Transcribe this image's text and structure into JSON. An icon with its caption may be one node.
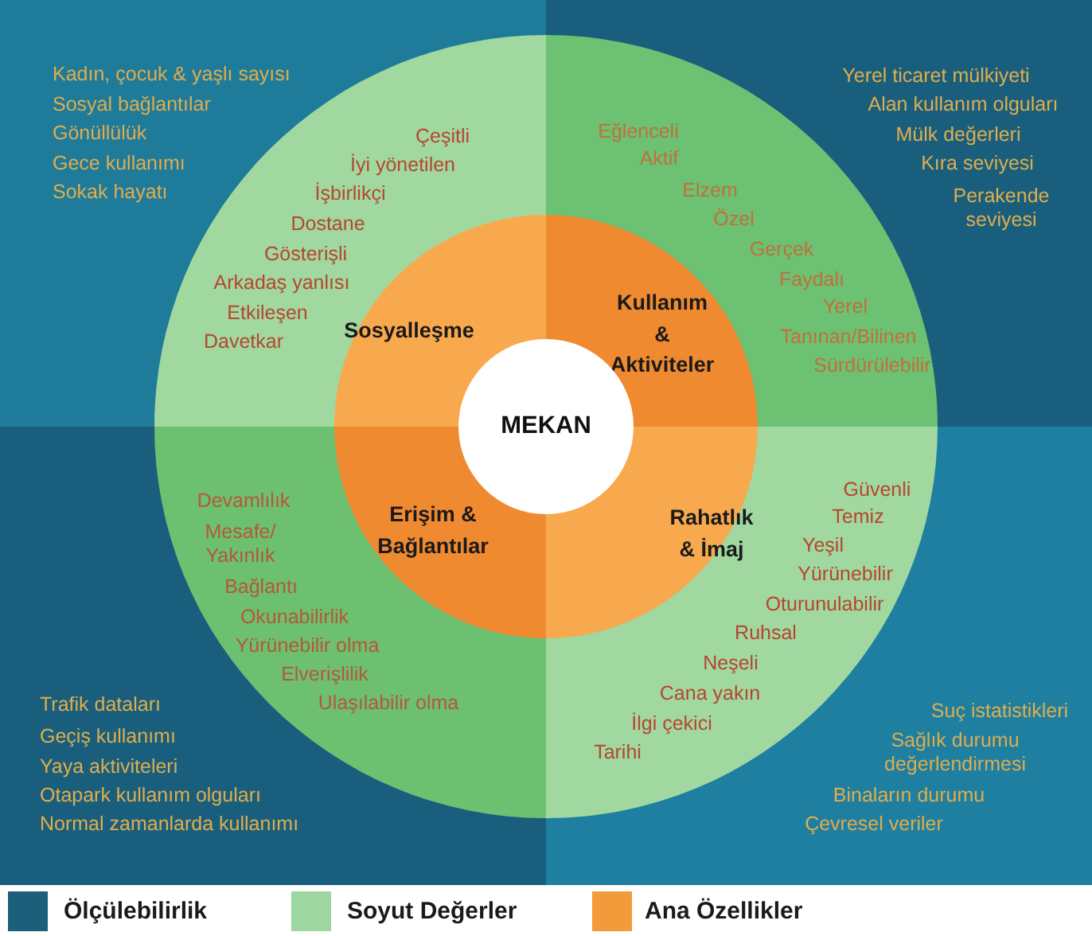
{
  "diagram": {
    "nodes": [
      {
        "text": [
          "Kadın, çocuk & yaşlı sayısı",
          "Sosyal bağlantılar",
          "Gönüllülük",
          "Gece kullanımı",
          "Sokak hayatı"
        ]
      },
      {
        "text": [
          "Çeşitli",
          "İyi yönetilen",
          "İşbirlikçi",
          "Dostane",
          "Gösterişli",
          "Arkadaş yanlısı",
          "Etkileşen",
          "Davetkar"
        ],
        "in": 0
      },
      {
        "text": [
          "Sosyalleşme"
        ],
        "in": 1
      },
      {
        "text": [
          "Yerel ticaret mülkiyeti",
          "Alan kullanım olguları",
          "Mülk değerleri",
          "Kıra seviyesi",
          "Perakende seviyesi"
        ]
      },
      {
        "text": [
          "Eğlenceli",
          "Aktif",
          "Elzem",
          "Özel",
          "Gerçek",
          "Faydalı",
          "Yerel",
          "Tanınan/Bilinen",
          "Sürdürülebilir"
        ],
        "in": 3
      },
      {
        "text": [
          "Kullanım & Aktiviteler"
        ],
        "in": 4
      },
      {
        "text": [
          "Trafik dataları",
          "Geçiş kullanımı",
          "Yaya aktiviteleri",
          "Otapark kullanım olguları",
          "Normal zamanlarda kullanımı"
        ]
      },
      {
        "text": [
          "Devamlılık",
          "Mesafe/ Yakınlık",
          "Bağlantı",
          "Okunabilirlik",
          "Yürünebilir olma",
          "Elverişlilik",
          "Ulaşılabilir olma"
        ],
        "in": 6
      },
      {
        "text": [
          "Erişim & Bağlantılar"
        ],
        "in": 7
      },
      {
        "text": [
          "Suç istatistikleri",
          "Sağlık durumu değerlendirmesi",
          "Binaların durumu",
          "Çevresel veriler"
        ]
      },
      {
        "text": [
          "Güvenli",
          "Temiz",
          "Yeşil",
          "Yürünebilir",
          "Oturunulabilir",
          "Ruhsal",
          "Neşeli",
          "Cana yakın",
          "İlgi çekici",
          "Tarihi"
        ],
        "in": 9
      },
      {
        "text": [
          "Rahatlık & İmaj"
        ],
        "in": 10
      },
      {
        "text": [
          "MEKAN"
        ]
      }
    ],
    "legend": [
      {
        "text": "Ölçülebilirlik",
        "color": "#1b5f7b"
      },
      {
        "text": "Soyut Değerler",
        "color": "#9dd69e"
      },
      {
        "text": "Ana Özellikler",
        "color": "#f39a3b"
      }
    ]
  }
}
